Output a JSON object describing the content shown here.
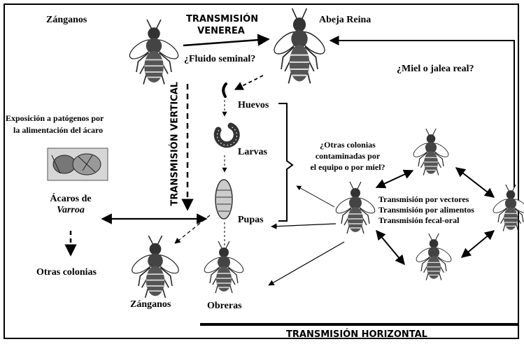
{
  "labels": {
    "drones_top": "Zánganos",
    "venereal_1": "TRANSMISIÓN",
    "venereal_2": "VENEREA",
    "queen": "Abeja Reina",
    "seminal_fluid": "¿Fluido seminal?",
    "honey_royal_jelly": "¿Miel o jalea real?",
    "vertical": "TRANSMISIÓN VERTICAL",
    "eggs": "Huevos",
    "larvae": "Larvas",
    "pupae": "Pupas",
    "exposure_1": "Exposición a patógenos por",
    "exposure_2": "la alimentación del ácaro",
    "mites_1": "Ácaros de",
    "mites_2": "Varroa",
    "other_colonies": "Otras colonias",
    "contaminated_1": "¿Otras colonias",
    "contaminated_2": "contaminadas por",
    "contaminated_3": "el equipo o por miel?",
    "vectors": "Transmisión por vectores",
    "food": "Transmisión por alimentos",
    "fecal_oral": "Transmisión fecal-oral",
    "drones_bottom": "Zánganos",
    "workers": "Obreras",
    "horizontal": "TRANSMISIÓN HORIZONTAL"
  },
  "icons": {
    "drone": "drone-bee-icon",
    "queen": "queen-bee-icon",
    "worker": "worker-bee-icon",
    "egg": "egg-icon",
    "larva": "larva-icon",
    "pupa": "pupa-icon",
    "mite": "varroa-mite-icon"
  }
}
